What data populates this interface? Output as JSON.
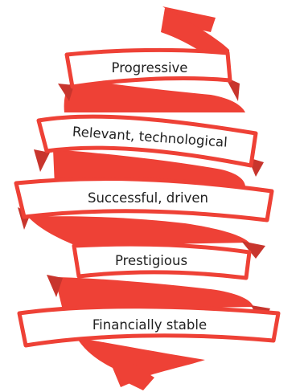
{
  "ribbon": {
    "color": "#ee4136",
    "shadow_color": "#c8352d",
    "face_color": "#ffffff",
    "labels": [
      "Progressive",
      "Relevant, technological",
      "Successful, driven",
      "Prestigious",
      "Financially stable"
    ]
  }
}
